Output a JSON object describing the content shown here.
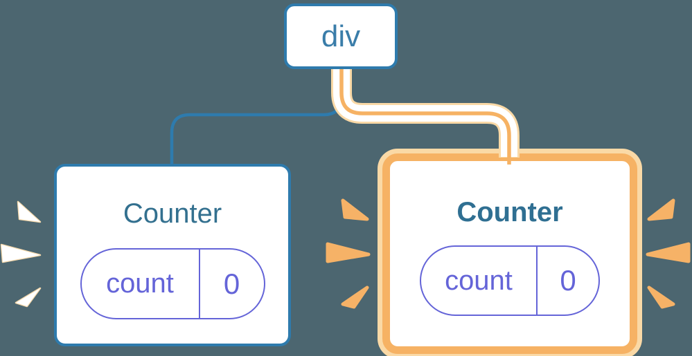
{
  "diagram": {
    "type": "react-component-tree",
    "root_node": {
      "label": "div"
    },
    "children": [
      {
        "title": "Counter",
        "state_key": "count",
        "state_value": "0",
        "highlighted": false,
        "spark_sides": [
          "left"
        ],
        "spark_color": "white"
      },
      {
        "title": "Counter",
        "state_key": "count",
        "state_value": "0",
        "highlighted": true,
        "spark_sides": [
          "left",
          "right"
        ],
        "spark_color": "orange"
      }
    ],
    "connectors": [
      {
        "from": "div",
        "to": "left Counter",
        "style": "thin blue line"
      },
      {
        "from": "div",
        "to": "right Counter",
        "style": "thick white pipe with orange core"
      }
    ]
  },
  "colors": {
    "background": "#4C6670",
    "blue_border": "#2E7BAD",
    "blue_text": "#3A7DA9",
    "title_text": "#33708F",
    "indigo": "#6464D8",
    "orange": "#F6B264",
    "orange_pale": "#FAD9A6",
    "card_bg": "#FFFFFF"
  },
  "icons": {
    "left_card_sparks": "white-burst-icon",
    "right_card_sparks": "orange-burst-icon"
  }
}
